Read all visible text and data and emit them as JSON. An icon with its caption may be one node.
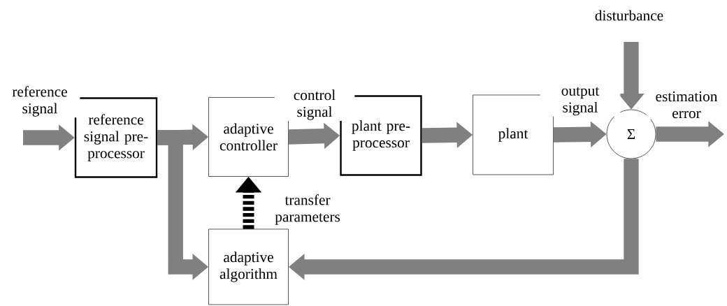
{
  "diagram": {
    "nodes": [
      {
        "text": [
          "reference signal pre-processor"
        ]
      },
      {
        "text": [
          "adaptive controller"
        ]
      },
      {
        "text": [
          "plant pre-processor"
        ]
      },
      {
        "text": [
          "plant"
        ]
      },
      {
        "text": [
          "Σ"
        ]
      },
      {
        "text": [
          "adaptive algorithm"
        ]
      }
    ],
    "edges": [
      {
        "from": null,
        "to": 0,
        "arrow": "to",
        "label": "reference signal"
      },
      {
        "from": 0,
        "to": 1,
        "arrow": "to"
      },
      {
        "from": 0,
        "to": 5,
        "arrow": "to"
      },
      {
        "from": 1,
        "to": 2,
        "arrow": "to",
        "label": "control signal"
      },
      {
        "from": 2,
        "to": 3,
        "arrow": "to"
      },
      {
        "from": 3,
        "to": 4,
        "arrow": "to",
        "label": "output signal"
      },
      {
        "from": null,
        "to": 4,
        "arrow": "to",
        "label": "disturbance"
      },
      {
        "from": 4,
        "to": null,
        "arrow": "to",
        "label": "estimation error"
      },
      {
        "from": 4,
        "to": 5,
        "arrow": "to"
      },
      {
        "from": 5,
        "to": 1,
        "arrow": "to",
        "label": "transfer parameters",
        "style": "dashed",
        "color": "#000000"
      }
    ]
  }
}
